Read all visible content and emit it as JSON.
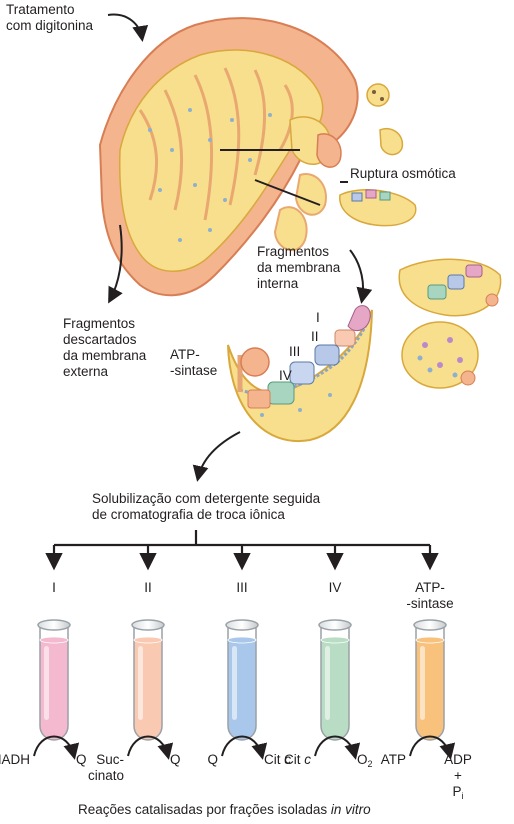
{
  "labels": {
    "digitonin": "Tratamento\ncom digitonina",
    "osmotic": "Ruptura osmótica",
    "inner_fragments": "Fragmentos\nda membrana\ninterna",
    "outer_fragments": "Fragmentos\ndescartados\nda membrana\nexterna",
    "atp_synthase": "ATP-\n-sintase",
    "complex_I": "I",
    "complex_II": "II",
    "complex_III": "III",
    "complex_IV": "IV",
    "solubilization": "Solubilização com detergente seguida\nde cromatografia de troca iônica",
    "caption_main": "Reações catalisadas por frações isoladas ",
    "caption_italic": "in vitro"
  },
  "fractions": [
    {
      "label": "I",
      "color": "#f4b8cf",
      "from": "NADH",
      "to": "Q"
    },
    {
      "label": "II",
      "color": "#f9c9b2",
      "from": "Suc-\ncinato",
      "to": "Q"
    },
    {
      "label": "III",
      "color": "#a9c7ea",
      "from": "Q",
      "to": "Cit c"
    },
    {
      "label": "IV",
      "color": "#b9dcc4",
      "from": "Cit c",
      "to": "O2"
    },
    {
      "label": "ATP-\n-sintase",
      "color": "#f8c17c",
      "from": "ATP",
      "to": "ADP\n+\nPi"
    }
  ],
  "colors": {
    "outer_membrane": "#f0a47c",
    "matrix": "#f7e08c",
    "inner_membrane": "#f3d36a",
    "arrow": "#231f20"
  }
}
